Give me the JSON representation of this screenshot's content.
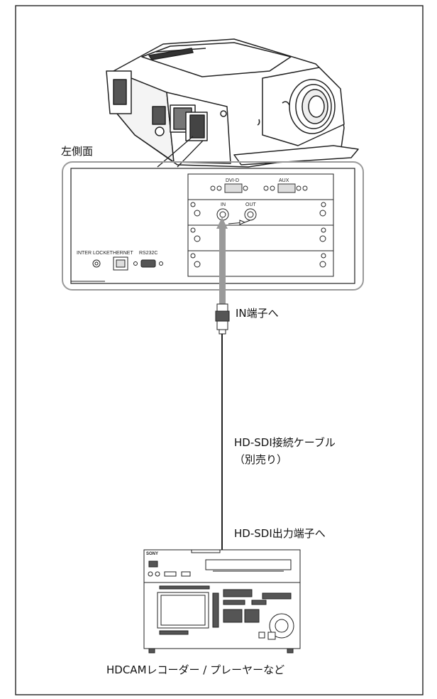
{
  "labels": {
    "side_panel": "左側面",
    "in_terminal": "IN端子へ",
    "cable_line1": "HD-SDI接続ケーブル",
    "cable_line2": "（別売り）",
    "output_terminal": "HD-SDI出力端子へ",
    "recorder": "HDCAMレコーダー / プレーヤーなど"
  },
  "panel_labels": {
    "dvi": "DVI-D",
    "aux": "AUX",
    "in": "IN",
    "out": "OUT",
    "interlock": "INTER LOCK",
    "ethernet": "ETHERNET",
    "rs232c": "RS232C"
  },
  "device_labels": {
    "brand": "SONY"
  },
  "colors": {
    "line": "#222222",
    "panel_outline": "#888888",
    "cable_gray": "#9a9a9a"
  }
}
